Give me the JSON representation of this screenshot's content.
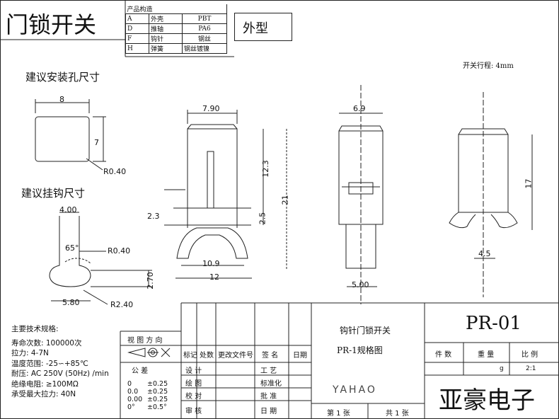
{
  "title": "门锁开关",
  "material_table": {
    "header": "产品构造",
    "rows": [
      {
        "code": "A",
        "part": "外壳",
        "material": "PBT"
      },
      {
        "code": "D",
        "part": "推轴",
        "material": "PA6"
      },
      {
        "code": "F",
        "part": "钩针",
        "material": "钢丝"
      },
      {
        "code": "H",
        "part": "弹簧",
        "material": "钢丝镀镍"
      }
    ],
    "view_label": "外型"
  },
  "stroke_note": "开关行程: 4mm",
  "install_hole": {
    "heading": "建议安装孔尺寸",
    "width": "8",
    "height": "7",
    "radius": "R0.40"
  },
  "hook": {
    "heading": "建议挂钩尺寸",
    "top_width": "4.00",
    "angle": "65°",
    "r1": "R0.40",
    "height": "2.70",
    "bottom_width": "5.80",
    "r2": "R2.40"
  },
  "front_view": {
    "top": "7.90",
    "h1": "12.3",
    "h2": "21",
    "small": "2.3",
    "h3": "2.5",
    "w1": "10.9",
    "w2": "12"
  },
  "side_view": {
    "top": "6.9",
    "bottom": "5.00"
  },
  "right_view": {
    "h": "17",
    "w": "4.5"
  },
  "specs": {
    "heading": "主要技术规格:",
    "lines": [
      "寿命次数: 100000次",
      "拉力: 4-7N",
      "温度范围: -25∽+85℃",
      "耐压: AC 250V (50Hz) /min",
      "绝缘电阻: ≥100MΩ",
      "承受最大拉力: 40N"
    ]
  },
  "title_block": {
    "view_dir": "视 图 方 向",
    "tolerance": "公 差",
    "tol_rows": [
      {
        "a": "0",
        "b": "±0.25"
      },
      {
        "a": "0.0",
        "b": "±0.25"
      },
      {
        "a": "0.00",
        "b": "±0.25"
      },
      {
        "a": "0°",
        "b": "±0.5°"
      }
    ],
    "rev_headers": [
      "标记",
      "处数",
      "更改文件号",
      "签 名",
      "日期"
    ],
    "roles_left": [
      "设 计",
      "绘 图",
      "校 对",
      "审 核"
    ],
    "roles_right": [
      "工 艺",
      "标准化",
      "批 准",
      "日 期"
    ],
    "product_name": "钩针门锁开关",
    "drawing_name": "PR-1规格图",
    "logo": "YAHAO",
    "sheet": "第 1 张",
    "total": "共 1 张",
    "model": "PR-01",
    "qty_label": "件 数",
    "weight_label": "重 量",
    "scale_label": "比 例",
    "weight_unit": "g",
    "scale": "2:1",
    "company": "亚豪电子"
  }
}
